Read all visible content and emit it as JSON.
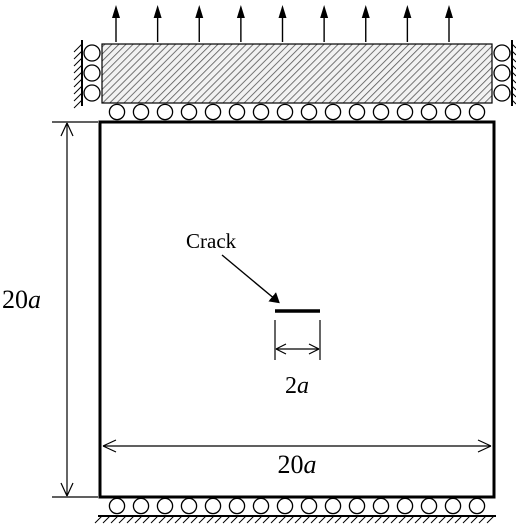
{
  "labels": {
    "crack": "Crack",
    "height_num": "20",
    "height_var": "a",
    "crack_len_num": "2",
    "crack_len_var": "a",
    "width_num": "20",
    "width_var": "a"
  },
  "colors": {
    "line": "#000000",
    "hatch": "#555555",
    "block_fill": "#f2f2f2",
    "background": "#ffffff"
  },
  "counts": {
    "load_arrows": 9,
    "top_rollers": 16,
    "bottom_rollers": 16,
    "side_rollers_per_side": 3
  }
}
